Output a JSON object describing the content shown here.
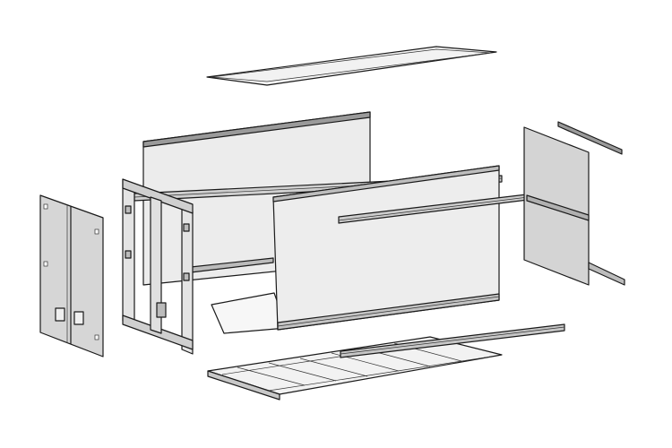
{
  "diagram": {
    "type": "exploded-assembly-drawing",
    "parts": [
      {
        "id": "roof-panel"
      },
      {
        "id": "rear-side-wall"
      },
      {
        "id": "top-side-rail"
      },
      {
        "id": "front-side-wall"
      },
      {
        "id": "front-top-rail"
      },
      {
        "id": "end-wall-panel"
      },
      {
        "id": "end-top-rail"
      },
      {
        "id": "end-bottom-rail"
      },
      {
        "id": "door-pair"
      },
      {
        "id": "door-frame"
      },
      {
        "id": "floor-plate"
      },
      {
        "id": "floor-frame"
      },
      {
        "id": "bottom-side-rail"
      }
    ],
    "colors": {
      "panel_light": "#eeeeee",
      "panel_grey": "#d4d4d4",
      "outline": "#1a1a1a",
      "background": "#ffffff"
    }
  }
}
